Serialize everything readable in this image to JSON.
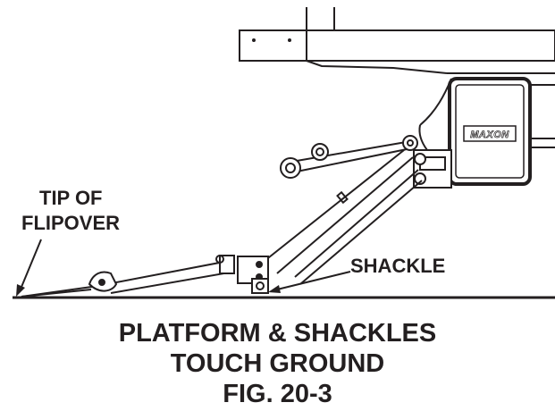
{
  "labels": {
    "tip_line1": "TIP OF",
    "tip_line2": "FLIPOVER",
    "shackle": "SHACKLE",
    "brand": "MAXON"
  },
  "caption": {
    "line1": "PLATFORM & SHACKLES",
    "line2": "TOUCH GROUND",
    "line3": "FIG. 20-3"
  },
  "colors": {
    "ink": "#231f20",
    "background": "#ffffff"
  }
}
